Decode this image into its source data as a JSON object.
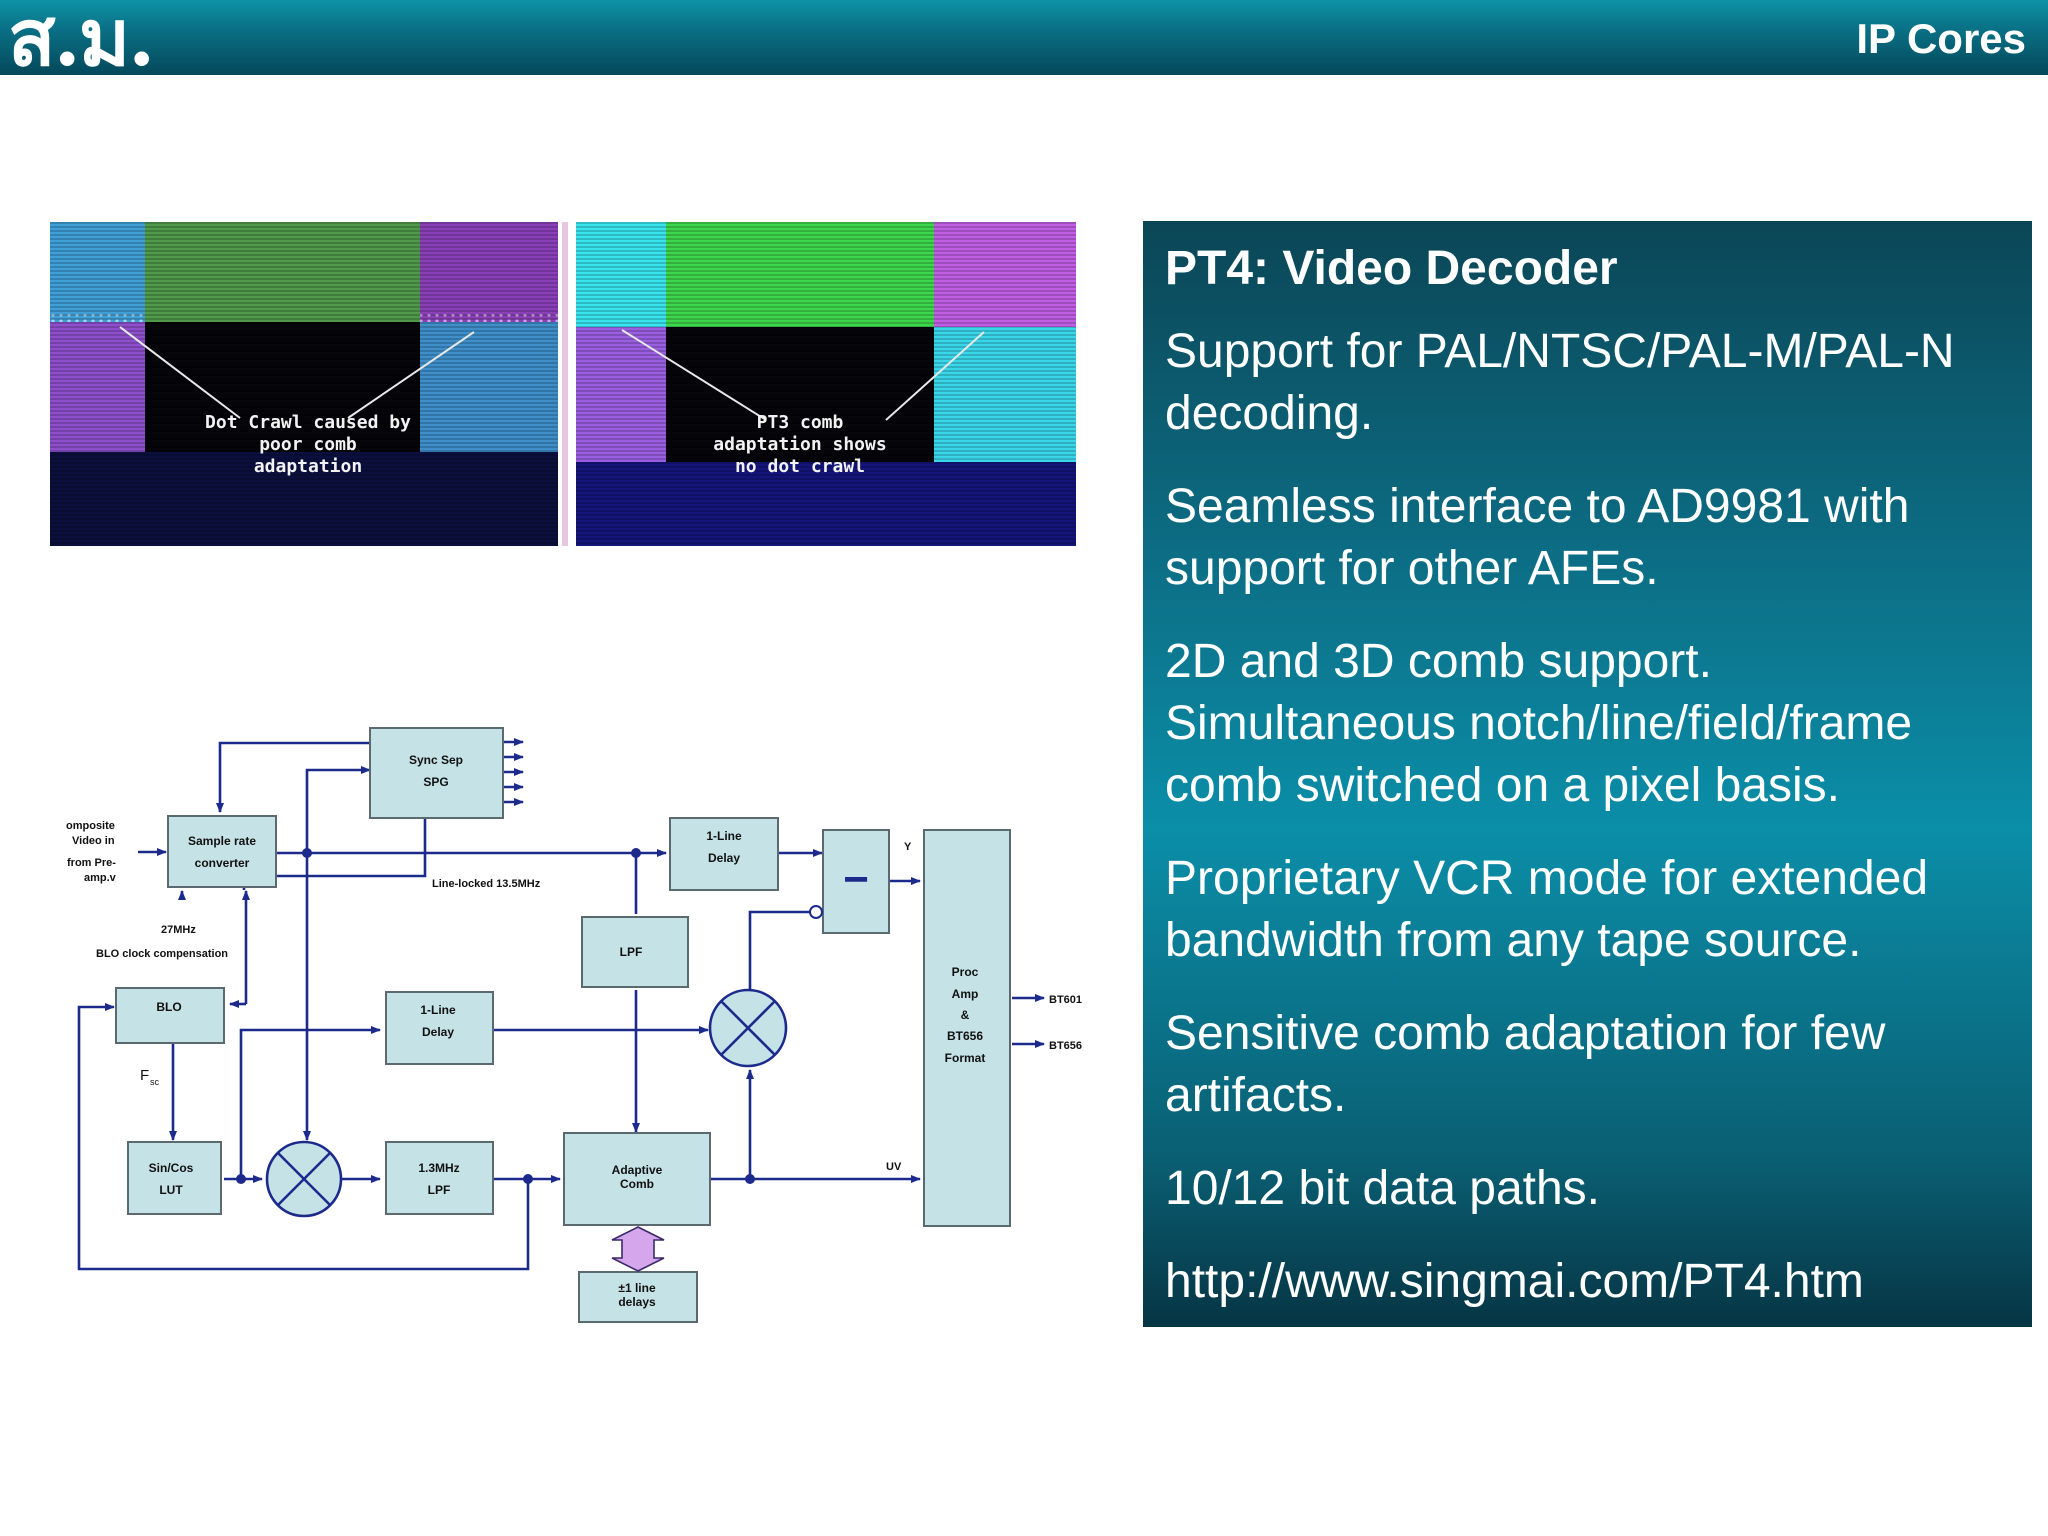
{
  "header": {
    "logo_text": "ส.ม.",
    "section_title": "IP Cores",
    "colors": {
      "bar_top": "#0e93a6",
      "bar_bottom": "#04485a"
    }
  },
  "photos": {
    "left_caption": [
      "Dot Crawl caused by",
      "poor comb",
      "adaptation"
    ],
    "right_caption": [
      "PT3 comb",
      "adaptation shows",
      "no dot crawl"
    ]
  },
  "diagram": {
    "input_label": [
      "omposite",
      "Video in",
      "from Pre-",
      "amp.v"
    ],
    "blocks": {
      "sync_sep": [
        "Sync Sep",
        "SPG"
      ],
      "src": [
        "Sample rate",
        "converter"
      ],
      "blo": [
        "BLO"
      ],
      "sincos": [
        "Sin/Cos",
        "LUT"
      ],
      "delay1": [
        "1-Line",
        "Delay"
      ],
      "delay2": [
        "1-Line",
        "Delay"
      ],
      "lpf_small": [
        "LPF"
      ],
      "lpf13": [
        "1.3MHz",
        "LPF"
      ],
      "adaptive": [
        "Adaptive",
        "Comb"
      ],
      "line_delays": [
        "±1 line",
        "delays"
      ],
      "subtract_symbol": "−",
      "proc": [
        "Proc",
        "Amp",
        "&",
        "BT656",
        "Format"
      ]
    },
    "labels": {
      "line_locked": "Line-locked 13.5MHz",
      "clk_27": "27MHz",
      "blo_comp": "BLO clock compensation",
      "fsc_main": "F",
      "fsc_sub": "sc",
      "y": "Y",
      "uv": "UV",
      "out1": "BT601",
      "out2": "BT656"
    },
    "colors": {
      "block_fill": "#c5e3e7",
      "wire": "#1c2a8c",
      "delay_arrow": "#d6a6ec"
    }
  },
  "info": {
    "title": "PT4: Video Decoder",
    "bullets": [
      "Support for PAL/NTSC/PAL-M/PAL-N decoding.",
      "Seamless interface to AD9981 with support for other AFEs.",
      "2D and 3D comb support. Simultaneous notch/line/field/frame comb switched on a pixel basis.",
      "Proprietary VCR mode for extended bandwidth from any tape source.",
      "Sensitive comb adaptation for few artifacts.",
      "10/12 bit data paths.",
      "http://www.singmai.com/PT4.htm"
    ]
  }
}
